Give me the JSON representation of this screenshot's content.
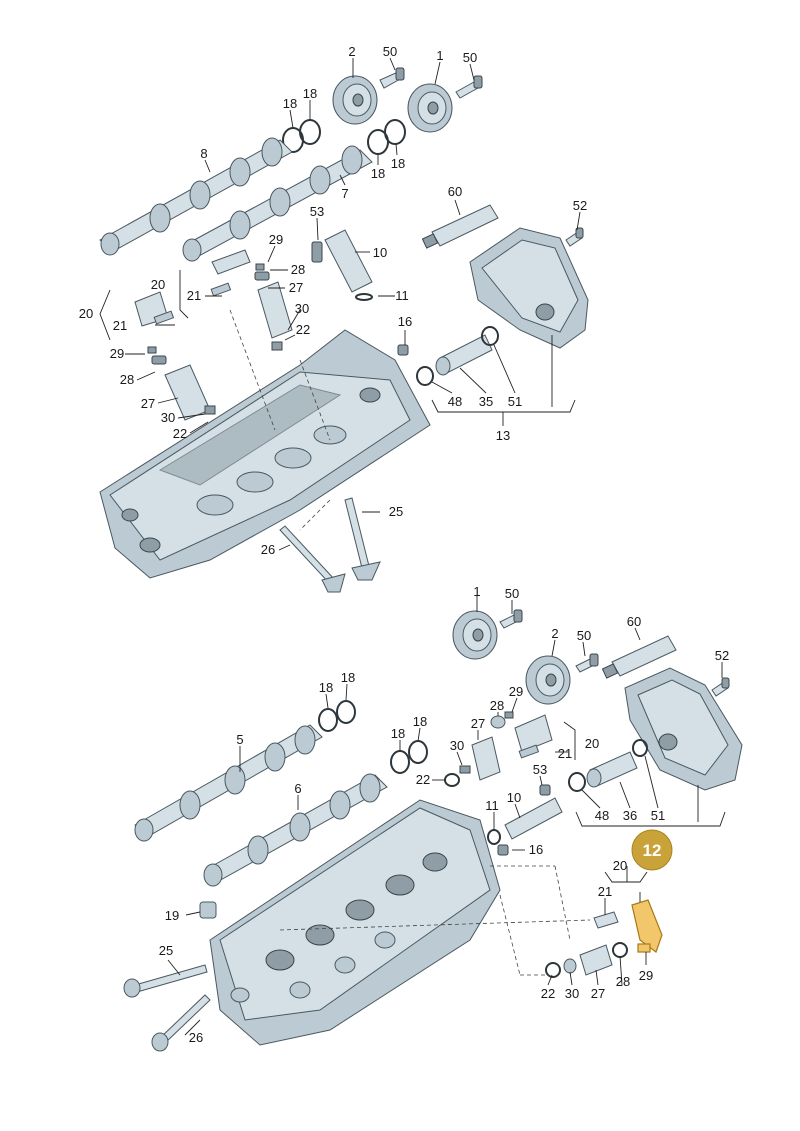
{
  "diagram": {
    "labels": [
      {
        "id": "u2",
        "text": "2"
      },
      {
        "id": "u50a",
        "text": "50"
      },
      {
        "id": "u1",
        "text": "1"
      },
      {
        "id": "u50b",
        "text": "50"
      },
      {
        "id": "u18a",
        "text": "18"
      },
      {
        "id": "u18b",
        "text": "18"
      },
      {
        "id": "u8",
        "text": "8"
      },
      {
        "id": "u18c",
        "text": "18"
      },
      {
        "id": "u18d",
        "text": "18"
      },
      {
        "id": "u7",
        "text": "7"
      },
      {
        "id": "u60",
        "text": "60"
      },
      {
        "id": "u52",
        "text": "52"
      },
      {
        "id": "u53",
        "text": "53"
      },
      {
        "id": "u10",
        "text": "10"
      },
      {
        "id": "u29a",
        "text": "29"
      },
      {
        "id": "u28a",
        "text": "28"
      },
      {
        "id": "u27a",
        "text": "27"
      },
      {
        "id": "u20a",
        "text": "20"
      },
      {
        "id": "u21a",
        "text": "21"
      },
      {
        "id": "u11",
        "text": "11"
      },
      {
        "id": "u20b",
        "text": "20"
      },
      {
        "id": "u30a",
        "text": "30"
      },
      {
        "id": "u21b",
        "text": "21"
      },
      {
        "id": "u16",
        "text": "16"
      },
      {
        "id": "u22a",
        "text": "22"
      },
      {
        "id": "u29b",
        "text": "29"
      },
      {
        "id": "u28b",
        "text": "28"
      },
      {
        "id": "u27b",
        "text": "27"
      },
      {
        "id": "u30b",
        "text": "30"
      },
      {
        "id": "u22b",
        "text": "22"
      },
      {
        "id": "u48",
        "text": "48"
      },
      {
        "id": "u35",
        "text": "35"
      },
      {
        "id": "u51",
        "text": "51"
      },
      {
        "id": "u13",
        "text": "13"
      },
      {
        "id": "u25",
        "text": "25"
      },
      {
        "id": "u26",
        "text": "26"
      },
      {
        "id": "l1",
        "text": "1"
      },
      {
        "id": "l50a",
        "text": "50"
      },
      {
        "id": "l2",
        "text": "2"
      },
      {
        "id": "l50b",
        "text": "50"
      },
      {
        "id": "l60",
        "text": "60"
      },
      {
        "id": "l52",
        "text": "52"
      },
      {
        "id": "l18a",
        "text": "18"
      },
      {
        "id": "l18b",
        "text": "18"
      },
      {
        "id": "l29",
        "text": "29"
      },
      {
        "id": "l28",
        "text": "28"
      },
      {
        "id": "l27",
        "text": "27"
      },
      {
        "id": "l18c",
        "text": "18"
      },
      {
        "id": "l18d",
        "text": "18"
      },
      {
        "id": "l5",
        "text": "5"
      },
      {
        "id": "l21",
        "text": "21"
      },
      {
        "id": "l20",
        "text": "20"
      },
      {
        "id": "l30",
        "text": "30"
      },
      {
        "id": "l22",
        "text": "22"
      },
      {
        "id": "l53",
        "text": "53"
      },
      {
        "id": "l6",
        "text": "6"
      },
      {
        "id": "l11",
        "text": "11"
      },
      {
        "id": "l10",
        "text": "10"
      },
      {
        "id": "l48",
        "text": "48"
      },
      {
        "id": "l36",
        "text": "36"
      },
      {
        "id": "l51",
        "text": "51"
      },
      {
        "id": "l16",
        "text": "16"
      },
      {
        "id": "l19",
        "text": "19"
      },
      {
        "id": "l20b",
        "text": "20"
      },
      {
        "id": "l21b",
        "text": "21"
      },
      {
        "id": "l25",
        "text": "25"
      },
      {
        "id": "l26",
        "text": "26"
      },
      {
        "id": "l22b",
        "text": "22"
      },
      {
        "id": "l30b",
        "text": "30"
      },
      {
        "id": "l27b",
        "text": "27"
      },
      {
        "id": "l28b",
        "text": "28"
      },
      {
        "id": "l29b",
        "text": "29"
      }
    ],
    "highlight": {
      "text": "12",
      "color": "#c9a23a"
    },
    "colors": {
      "part_fill": "#d4e0e6",
      "outline": "#4a5860",
      "highlight_part": "#f2c66a"
    }
  }
}
